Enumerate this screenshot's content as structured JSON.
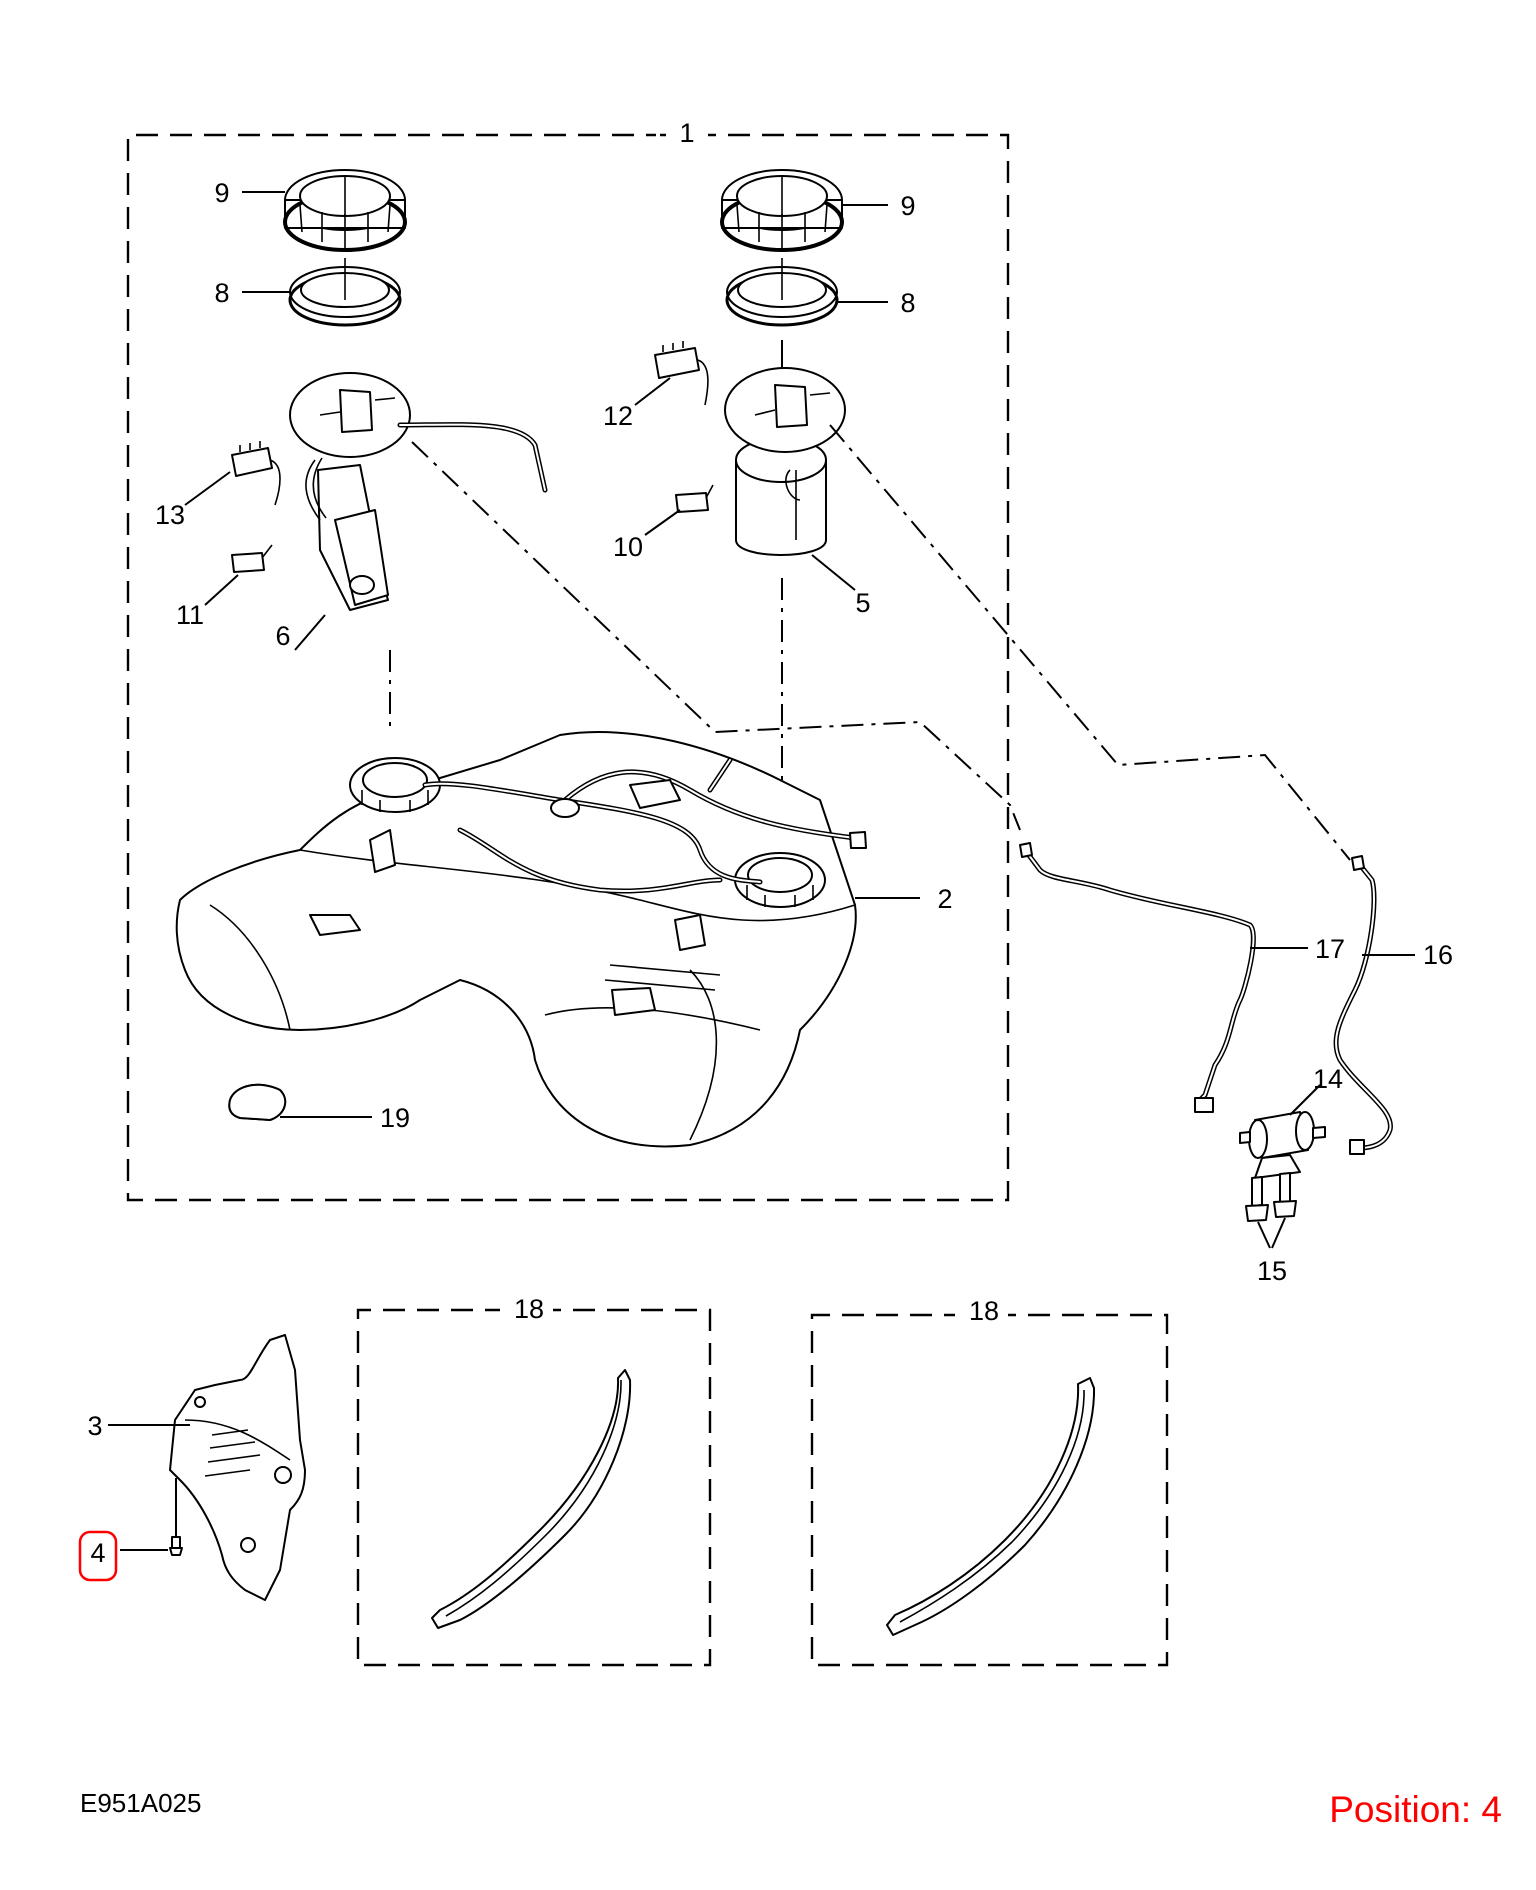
{
  "diagram": {
    "code": "E951A025",
    "position_text": "Position: 4",
    "highlight_color": "#ff0000",
    "line_color": "#000000",
    "callouts": {
      "c1": "1",
      "c2": "2",
      "c3": "3",
      "c4": "4",
      "c5": "5",
      "c6": "6",
      "c8l": "8",
      "c8r": "8",
      "c9l": "9",
      "c9r": "9",
      "c10": "10",
      "c11": "11",
      "c12": "12",
      "c13": "13",
      "c14": "14",
      "c15": "15",
      "c16": "16",
      "c17": "17",
      "c18l": "18",
      "c18r": "18",
      "c19": "19"
    }
  }
}
